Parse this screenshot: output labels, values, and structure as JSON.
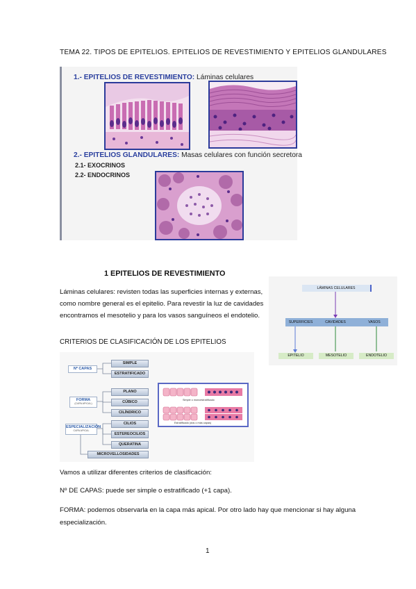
{
  "doc": {
    "title": "TEMA 22. TIPOS DE EPITELIOS. EPITELIOS DE REVESTIMIENTO Y EPITELIOS GLANDULARES",
    "page_number": "1"
  },
  "slide": {
    "heading1": "1.- EPITELIOS DE REVESTIMIENTO:",
    "heading1_rest": " Láminas celulares",
    "heading2": "2.- EPITELIOS GLANDULARES:",
    "heading2_rest": " Masas celulares con función secretora",
    "sub1": "2.1- EXOCRINOS",
    "sub2": "2.2- ENDOCRINOS"
  },
  "section": {
    "title": "1 EPITELIOS DE REVESTIMIENTO",
    "paragraph": "Láminas celulares: revisten todas las superficies internas y externas, como nombre general es el epitelio. Para revestir la luz de cavidades encontramos el mesotelio y para los vasos sanguíneos el endotelio.",
    "criteria_heading": "CRITERIOS DE CLASIFICACIÓN DE LOS EPITELIOS"
  },
  "org_chart": {
    "root": "LÁMINAS CELULARES",
    "level1": [
      "SUPERFICIES",
      "CAVIDADES",
      "VASOS"
    ],
    "level2": [
      "EPITELIO",
      "MESOTELIO",
      "ENDOTELIO"
    ]
  },
  "criteria_diagram": {
    "cat1": "Nº CAPAS",
    "cat1_items": [
      "SIMPLE",
      "ESTRATIFICADO"
    ],
    "cat2": "FORMA",
    "cat2_sub": "(CAPA APICAL)",
    "cat2_items": [
      "PLANO",
      "CÚBICO",
      "CILÍNDRICO"
    ],
    "cat3": "ESPECIALIZACIÓN",
    "cat3_sub": "CAPA APICAL",
    "cat3_items": [
      "CILIOS",
      "ESTEREOCILIOS",
      "QUERATINA",
      "MICROVELLOSIDADES"
    ],
    "caption_simple": "Simple o monoestratificado",
    "caption_strat": "Estratificado (dos o más capas)"
  },
  "body": {
    "p1": "Vamos a utilizar diferentes criterios de clasificación:",
    "p2": "Nº DE CAPAS: puede ser simple o estratificado (+1 capa).",
    "p3": "FORMA: podemos observarla en la capa más apical. Por otro lado hay que mencionar si hay alguna especialización."
  }
}
